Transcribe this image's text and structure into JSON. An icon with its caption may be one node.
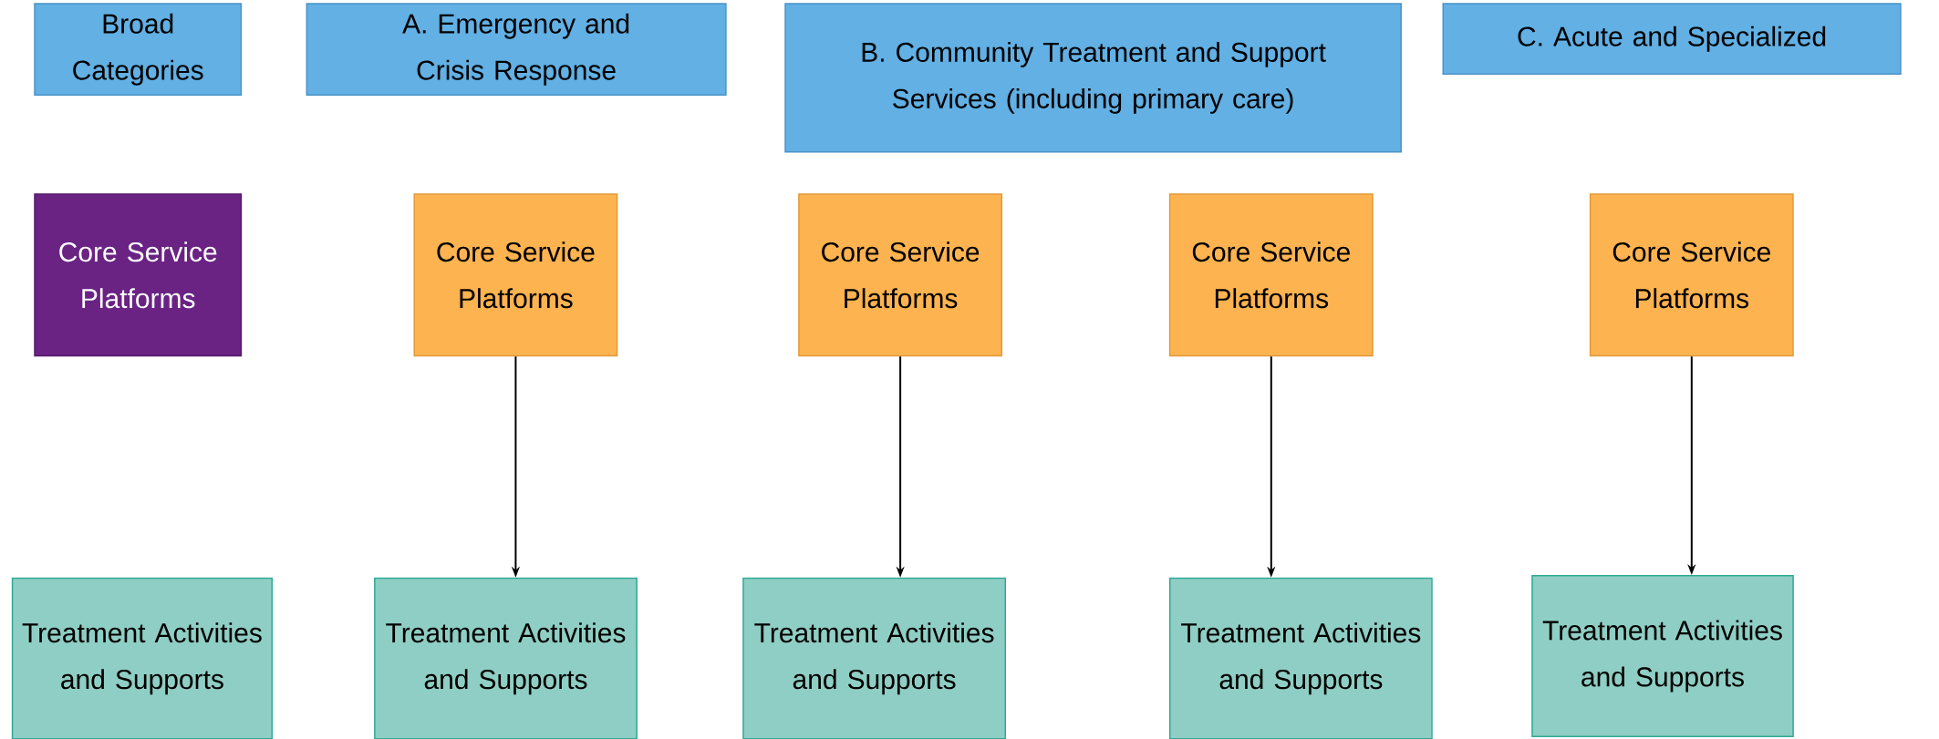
{
  "diagram": {
    "nodes": [
      {
        "text": [
          "Broad Categories"
        ]
      },
      {
        "text": [
          "A. Emergency and Crisis Response"
        ]
      },
      {
        "text": [
          "B. Community Treatment and Support Services (including primary care)"
        ]
      },
      {
        "text": [
          "C. Acute and Specialized"
        ]
      },
      {
        "text": [
          "Core Service Platforms"
        ]
      },
      {
        "text": [
          "Core Service Platforms"
        ]
      },
      {
        "text": [
          "Core Service Platforms"
        ]
      },
      {
        "text": [
          "Core Service Platforms"
        ]
      },
      {
        "text": [
          "Core Service Platforms"
        ]
      },
      {
        "text": [
          "Treatment Activities and Supports"
        ]
      },
      {
        "text": [
          "Treatment Activities and Supports"
        ]
      },
      {
        "text": [
          "Treatment Activities and Supports"
        ]
      },
      {
        "text": [
          "Treatment Activities and Supports"
        ]
      },
      {
        "text": [
          "Treatment Activities and Supports"
        ]
      }
    ],
    "edges": [
      {
        "from": 5,
        "to": 10,
        "arrow": "to"
      },
      {
        "from": 6,
        "to": 11,
        "arrow": "to"
      },
      {
        "from": 7,
        "to": 12,
        "arrow": "to"
      },
      {
        "from": 8,
        "to": 13,
        "arrow": "to"
      }
    ]
  }
}
